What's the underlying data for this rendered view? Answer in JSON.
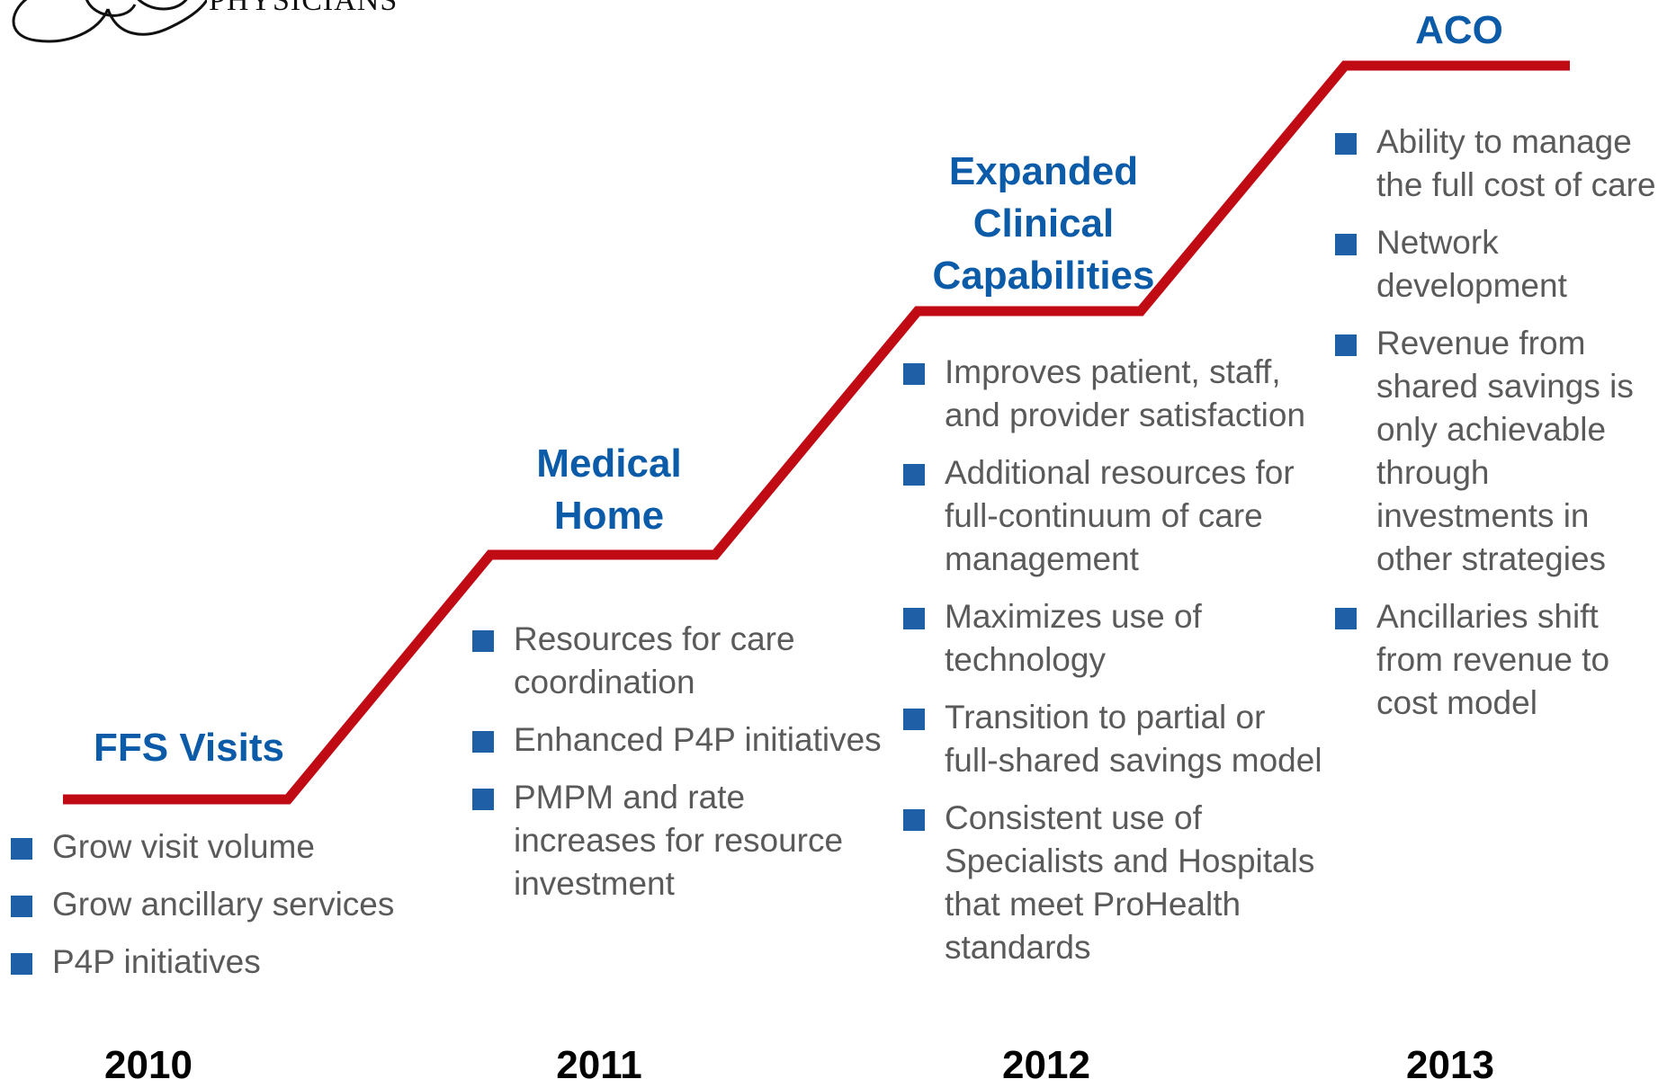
{
  "logo": {
    "icon": "stethoscope-logo-icon",
    "text": "PHYSICIANS"
  },
  "colors": {
    "path": "#c00a14",
    "title": "#0b5ba8",
    "bullet_square": "#1f5fa6",
    "body_text": "#5a5a5a"
  },
  "stages": [
    {
      "title": "FFS Visits",
      "year": "2010",
      "bullets": [
        "Grow visit volume",
        "Grow ancillary services",
        "P4P initiatives"
      ]
    },
    {
      "title": "Medical Home",
      "year": "2011",
      "bullets": [
        "Resources for care coordination",
        "Enhanced P4P initiatives",
        "PMPM and rate increases for resource investment"
      ]
    },
    {
      "title": "Expanded Clinical Capabilities",
      "year": "2012",
      "bullets": [
        "Improves patient, staff, and provider satisfaction",
        "Additional resources for full-continuum of care management",
        "Maximizes use of technology",
        "Transition to partial or full-shared savings model",
        "Consistent use of Specialists and Hospitals that meet ProHealth standards"
      ]
    },
    {
      "title": "ACO",
      "year": "2013",
      "bullets": [
        "Ability to manage the full cost of care",
        "Network development",
        "Revenue from shared savings is only achievable through investments in other strategies",
        "Ancillaries shift from revenue to cost model"
      ]
    }
  ]
}
